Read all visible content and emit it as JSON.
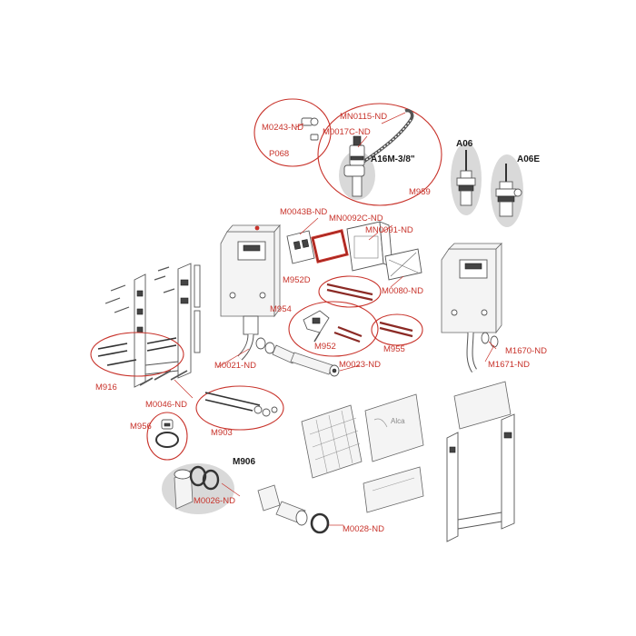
{
  "parts": {
    "m0243": "M0243-ND",
    "p068": "P068",
    "mn0115": "MN0115-ND",
    "m0017c": "M0017C-ND",
    "a16m": "A16M-3/8\"",
    "m959": "M959",
    "a06": "A06",
    "a06e": "A06E",
    "m0043b": "M0043B-ND",
    "mn0092c": "MN0092C-ND",
    "mn0091": "MN0091-ND",
    "m952d": "M952D",
    "m0080": "M0080-ND",
    "m954": "M954",
    "m952": "M952",
    "m955": "M955",
    "m1670": "M1670-ND",
    "m1671": "M1671-ND",
    "m0021": "M0021-ND",
    "m0023": "M0023-ND",
    "m916": "M916",
    "m0046": "M0046-ND",
    "m903": "M903",
    "m956": "M956",
    "m906": "M906",
    "m0026": "M0026-ND",
    "m0028": "M0028-ND"
  },
  "brand": "Alca",
  "colors": {
    "accent": "#c8332b",
    "line": "#555555",
    "shade": "#d9d9d9"
  }
}
